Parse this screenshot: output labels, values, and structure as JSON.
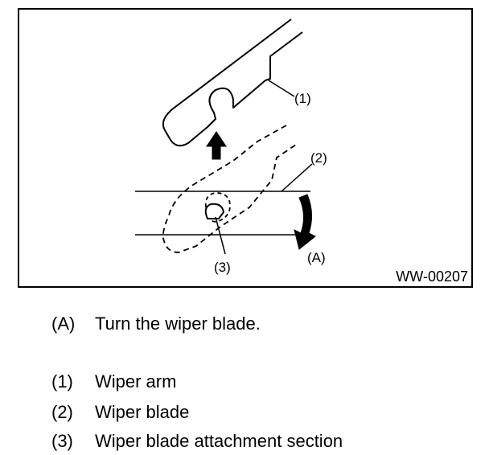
{
  "figure": {
    "id_label": "WW-00207",
    "callouts": {
      "wiper_arm": "(1)",
      "wiper_blade": "(2)",
      "attachment_section": "(3)",
      "turn_direction": "(A)"
    },
    "colors": {
      "line": "#000000",
      "background": "#ffffff"
    }
  },
  "legend": {
    "action": {
      "key": "(A)",
      "text": "Turn the wiper blade."
    },
    "items": [
      {
        "key": "(1)",
        "text": "Wiper arm"
      },
      {
        "key": "(2)",
        "text": "Wiper blade"
      },
      {
        "key": "(3)",
        "text": "Wiper blade attachment section"
      }
    ]
  }
}
